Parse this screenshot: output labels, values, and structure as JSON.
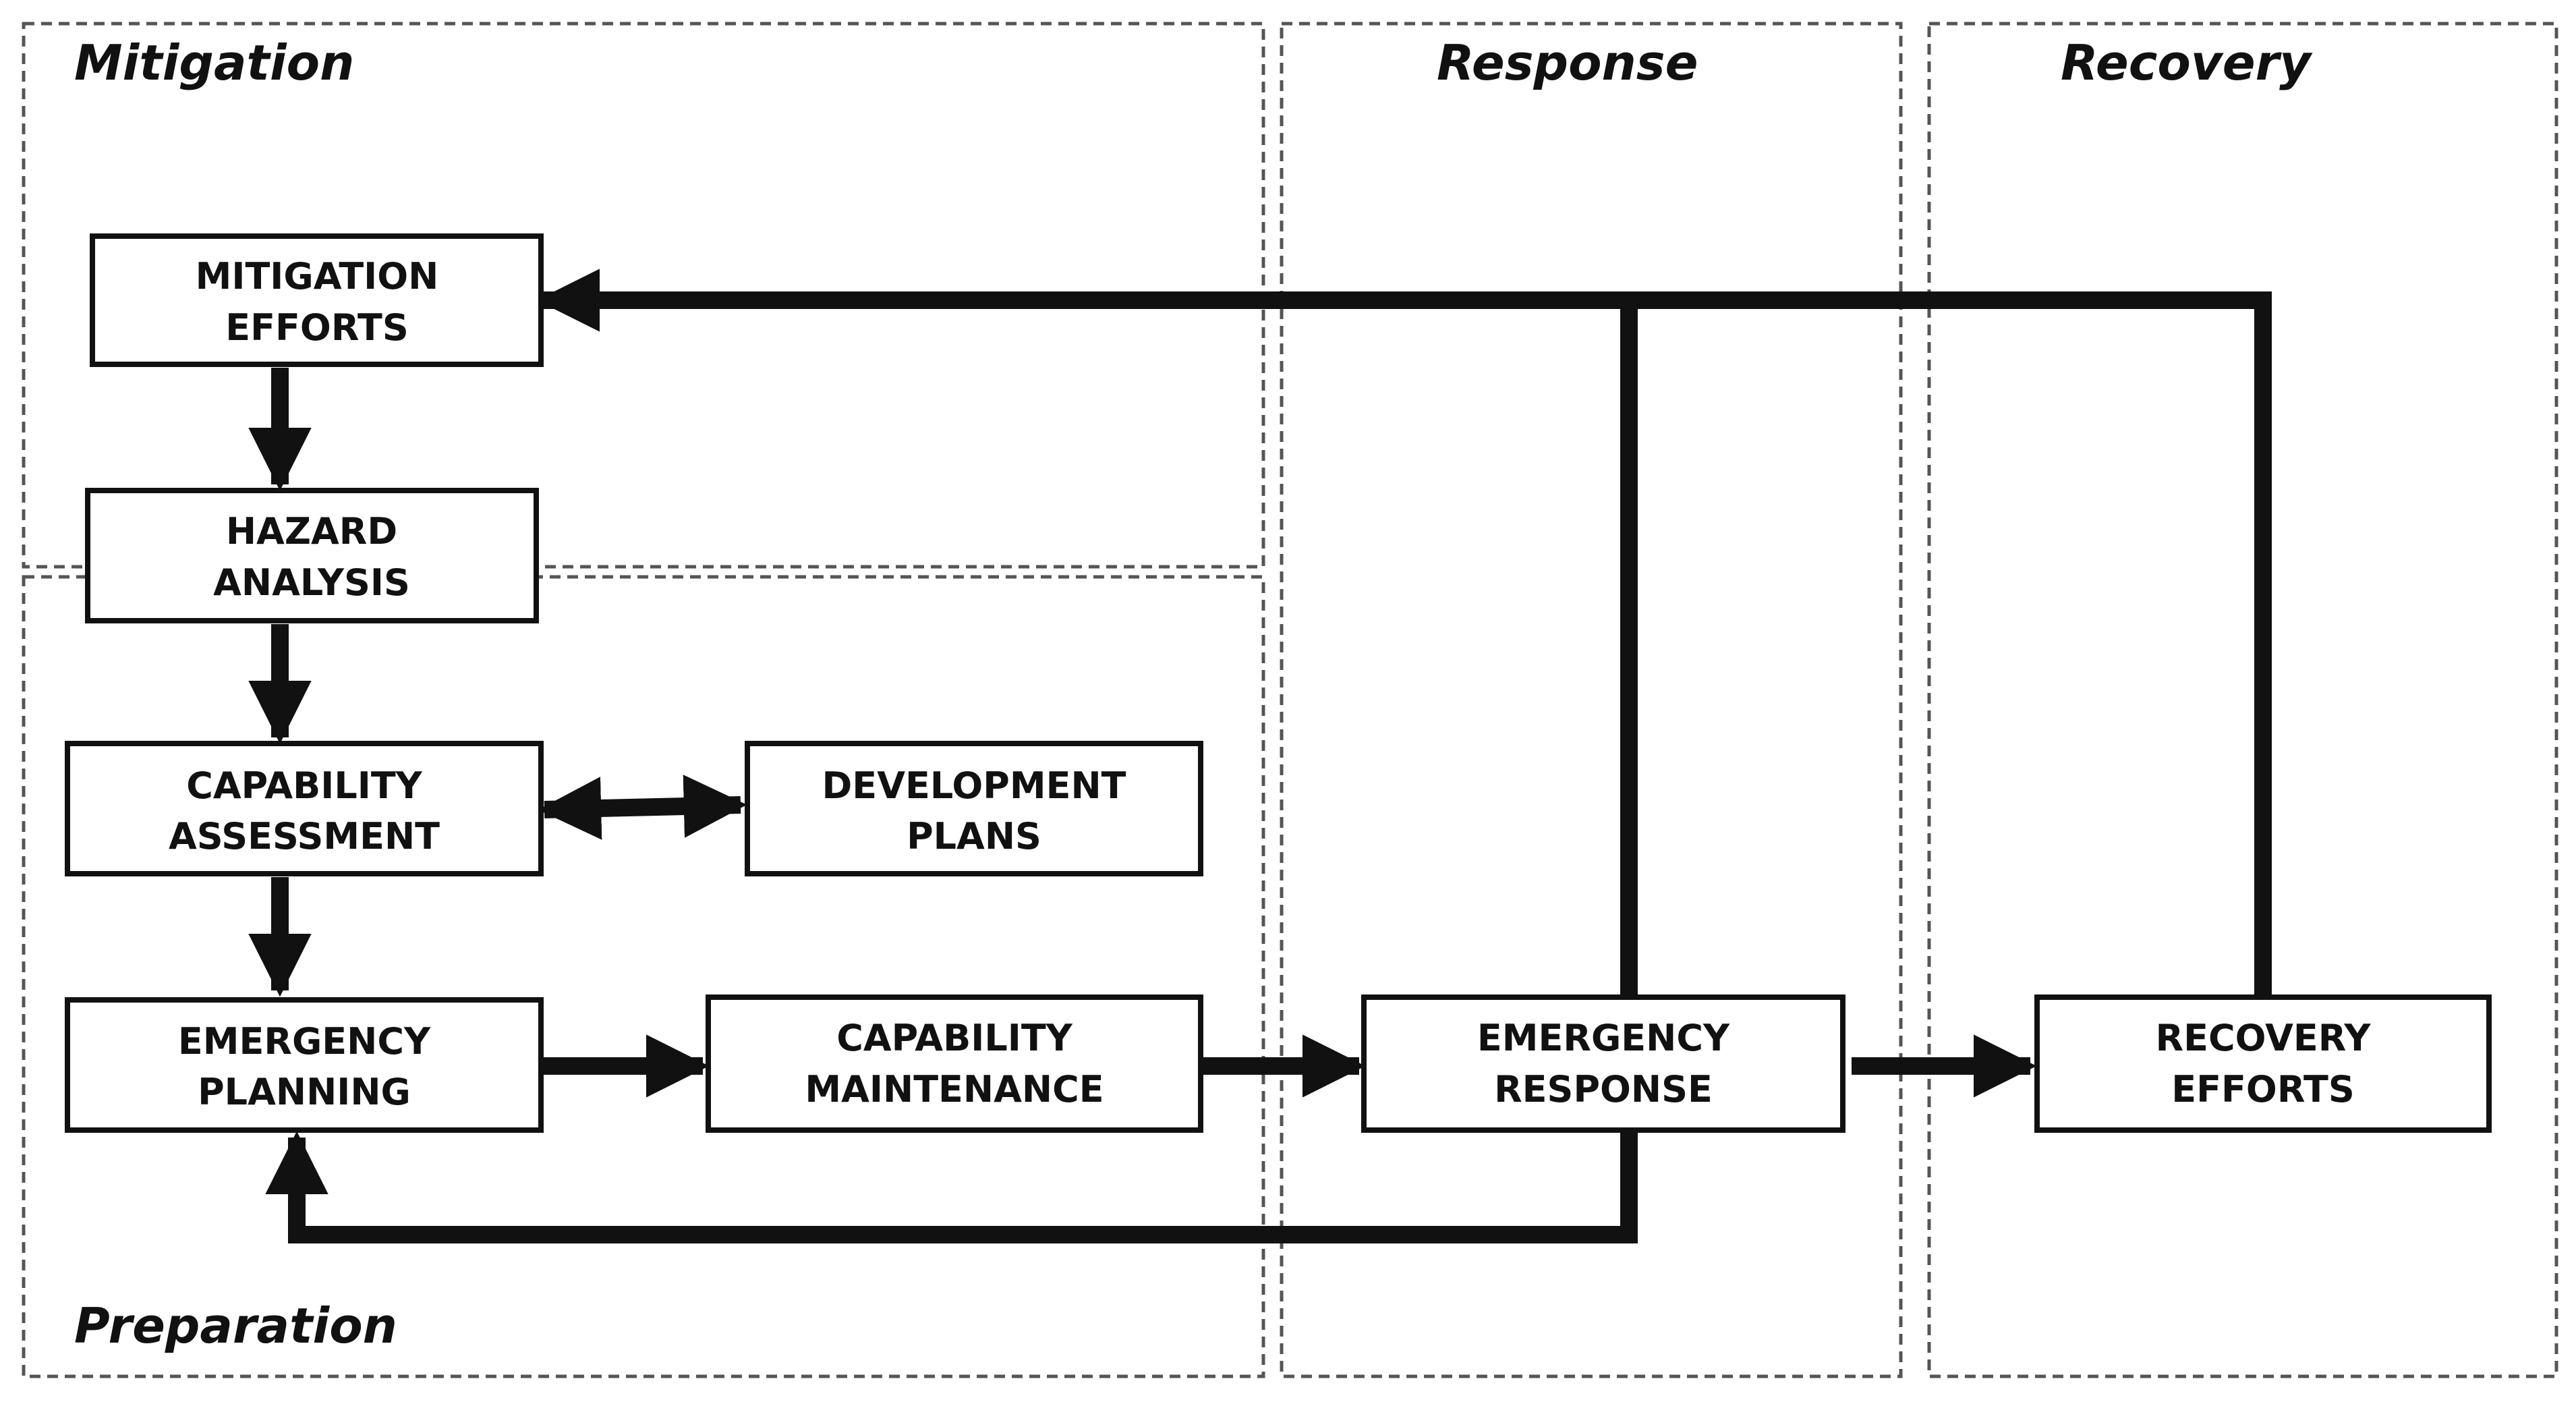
{
  "phases": {
    "mitigation": "Mitigation",
    "response": "Response",
    "recovery": "Recovery",
    "preparation": "Preparation"
  },
  "boxes": {
    "mitigation_efforts": [
      "MITIGATION",
      "EFFORTS"
    ],
    "hazard_analysis": [
      "HAZARD",
      "ANALYSIS"
    ],
    "capability_assessment": [
      "CAPABILITY",
      "ASSESSMENT"
    ],
    "development_plans": [
      "DEVELOPMENT",
      "PLANS"
    ],
    "emergency_planning": [
      "EMERGENCY",
      "PLANNING"
    ],
    "capability_maintenance": [
      "CAPABILITY",
      "MAINTENANCE"
    ],
    "emergency_response": [
      "EMERGENCY",
      "RESPONSE"
    ],
    "recovery_efforts": [
      "RECOVERY",
      "EFFORTS"
    ]
  },
  "colors": {
    "line": "#111111",
    "dash": "#555555",
    "box_fill": "#ffffff"
  }
}
